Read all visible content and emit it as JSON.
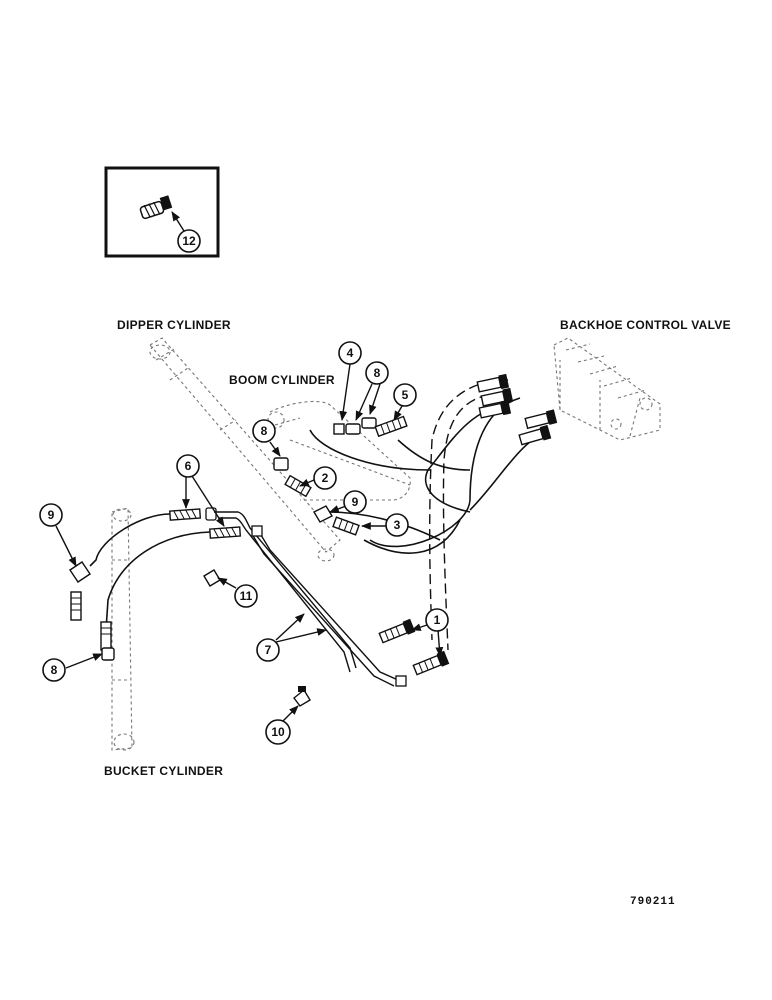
{
  "labels": {
    "dipper_cylinder": "DIPPER CYLINDER",
    "boom_cylinder": "BOOM CYLINDER",
    "backhoe_control_valve": "BACKHOE CONTROL VALVE",
    "bucket_cylinder": "BUCKET CYLINDER"
  },
  "callouts": {
    "c12": "12",
    "c4": "4",
    "c8_top": "8",
    "c5": "5",
    "c8_mid": "8",
    "c2": "2",
    "c6": "6",
    "c9_left": "9",
    "c9_mid": "9",
    "c3": "3",
    "c11": "11",
    "c7": "7",
    "c1": "1",
    "c8_left": "8",
    "c10": "10"
  },
  "figure_code": "790211"
}
